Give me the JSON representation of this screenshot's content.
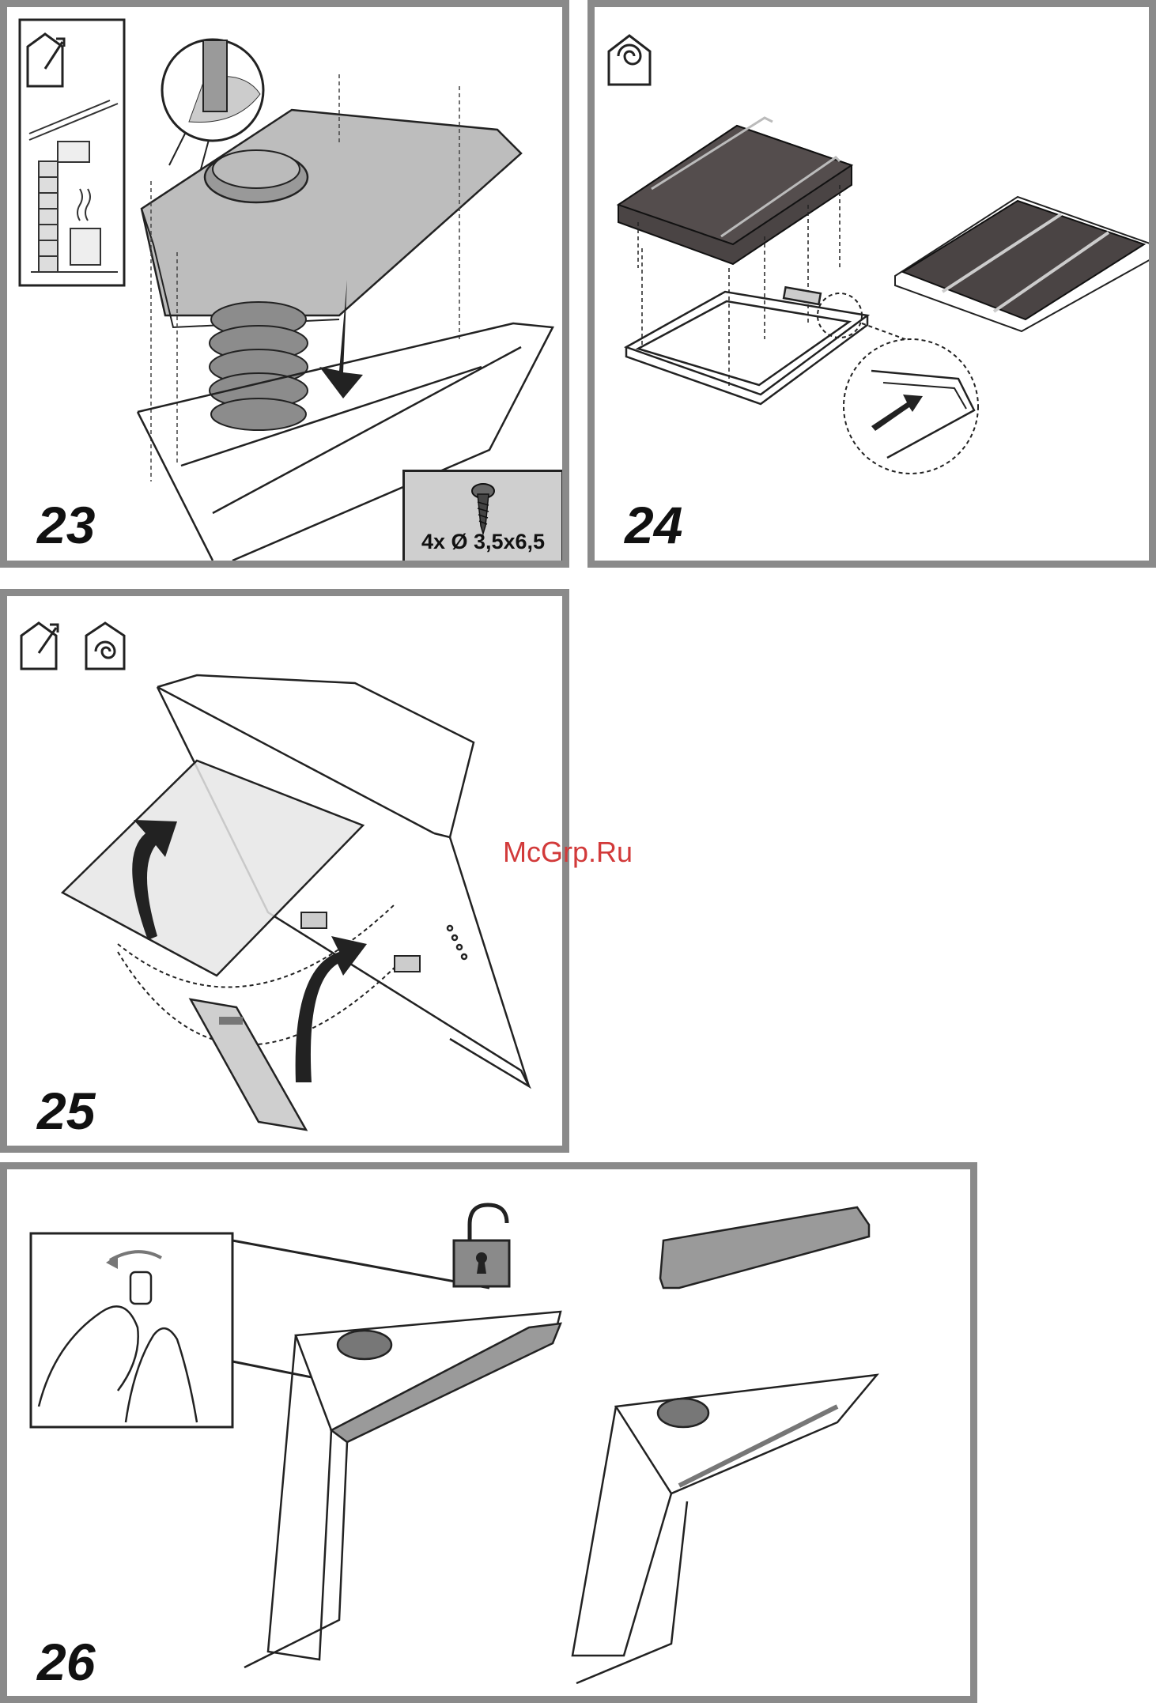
{
  "watermark": "McGrp.Ru",
  "steps": [
    {
      "number": "23",
      "icons": [
        "ducted-mode-icon"
      ],
      "screw_label": "4x Ø 3,5x6,5"
    },
    {
      "number": "24",
      "icons": [
        "recirculation-mode-icon"
      ]
    },
    {
      "number": "25",
      "icons": [
        "ducted-mode-icon",
        "recirculation-mode-icon"
      ]
    },
    {
      "number": "26",
      "icons": [
        "unlock-padlock-icon"
      ]
    }
  ],
  "colors": {
    "frame": "#8a8a8a",
    "ink": "#1a1a1a",
    "filter_dark": "#4a4444",
    "part_gray": "#9a9a9a",
    "watermark": "#d23a3a"
  }
}
